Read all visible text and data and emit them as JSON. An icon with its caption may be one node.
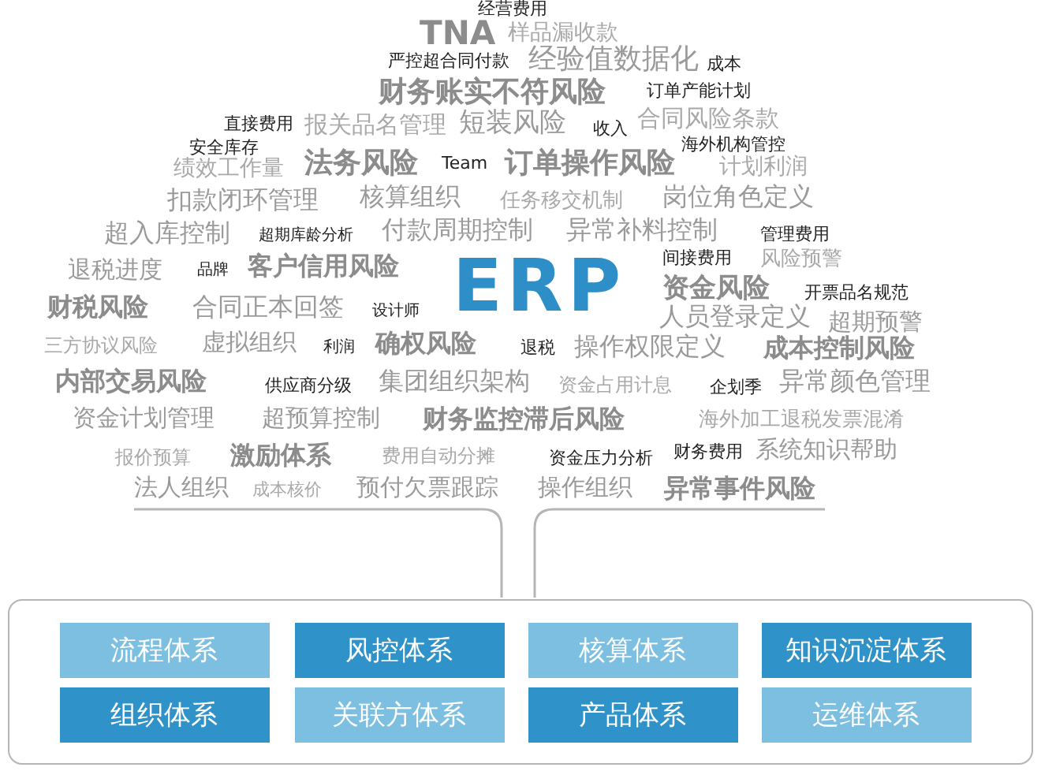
{
  "diagram": {
    "nodes": [
      {
        "text": [],
        "shape": "box"
      },
      {
        "text": [
          "流程体系"
        ],
        "in": 0
      },
      {
        "text": [
          "风控体系"
        ],
        "in": 0
      },
      {
        "text": [
          "核算体系"
        ],
        "in": 0
      },
      {
        "text": [
          "知识沉淀体系"
        ],
        "in": 0
      },
      {
        "text": [
          "组织体系"
        ],
        "in": 0
      },
      {
        "text": [
          "关联方体系"
        ],
        "in": 0
      },
      {
        "text": [
          "产品体系"
        ],
        "in": 0
      },
      {
        "text": [
          "运维体系"
        ],
        "in": 0
      }
    ],
    "edges": [],
    "labels": [
      "经营费用",
      "TNA",
      "样品漏收款",
      "严控超合同付款",
      "经验值数据化",
      "成本",
      "财务账实不符风险",
      "订单产能计划",
      "直接费用",
      "报关品名管理",
      "短装风险",
      "收入",
      "合同风险条款",
      "安全库存",
      "海外机构管控",
      "绩效工作量",
      "法务风险",
      "Team",
      "订单操作风险",
      "计划利润",
      "扣款闭环管理",
      "核算组织",
      "任务移交机制",
      "岗位角色定义",
      "超入库控制",
      "超期库龄分析",
      "付款周期控制",
      "异常补料控制",
      "管理费用",
      "间接费用",
      "风险预警",
      "退税进度",
      "品牌",
      "客户信用风险",
      "ERP",
      "资金风险",
      "开票品名规范",
      "财税风险",
      "合同正本回签",
      "设计师",
      "人员登录定义",
      "超期预警",
      "三方协议风险",
      "虚拟组织",
      "利润",
      "确权风险",
      "退税",
      "操作权限定义",
      "成本控制风险",
      "内部交易风险",
      "供应商分级",
      "集团组织架构",
      "资金占用计息",
      "企划季",
      "异常颜色管理",
      "资金计划管理",
      "超预算控制",
      "财务监控滞后风险",
      "海外加工退税发票混淆",
      "报价预算",
      "激励体系",
      "费用自动分摊",
      "资金压力分析",
      "财务费用",
      "系统知识帮助",
      "法人组织",
      "成本核价",
      "预付欠票跟踪",
      "操作组织",
      "异常事件风险"
    ]
  }
}
